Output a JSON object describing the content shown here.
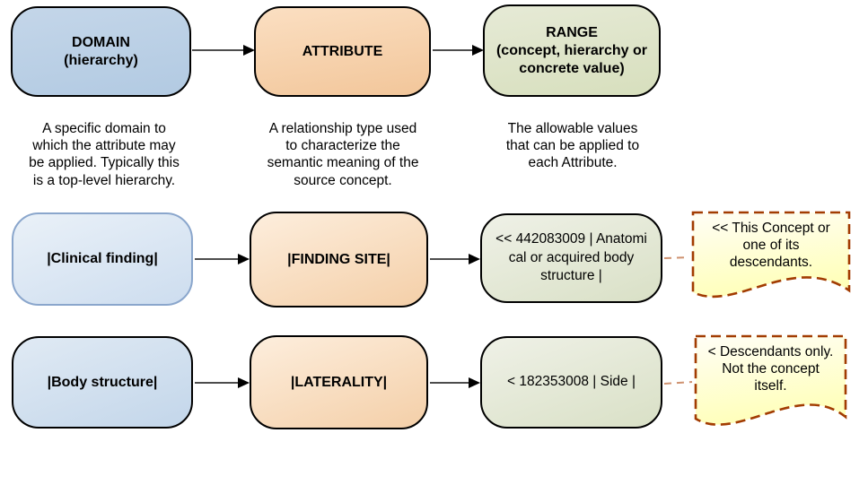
{
  "colors": {
    "box_border": "#000000",
    "example_domain_border": "#8aa6cc",
    "blue_fill": "#b9cfe6",
    "orange_fill": "#f5cda6",
    "green_fill": "#dde3c9",
    "note_fill": "#ffffc0",
    "note_border": "#a23c02",
    "dashed_connector": "#cf9270",
    "arrow": "#4d4d4d"
  },
  "schema_row": {
    "domain_label": "DOMAIN\n(hierarchy)",
    "attribute_label": "ATTRIBUTE",
    "range_label": "RANGE\n(concept, hierarchy or\nconcrete value)"
  },
  "descriptions": {
    "domain": "A specific domain to\nwhich the attribute may\nbe applied.  Typically this\nis a top-level hierarchy.",
    "attribute": "A relationship type used\nto characterize the\nsemantic meaning of the\nsource concept.",
    "range": "The allowable values\nthat can be applied to\neach Attribute."
  },
  "examples": [
    {
      "domain": "|Clinical finding|",
      "attribute": "|FINDING SITE|",
      "range": "<< 442083009 | Anatomi\ncal or acquired body\nstructure |",
      "note": "<<  This Concept or\none of its\ndescendants."
    },
    {
      "domain": "|Body structure|",
      "attribute": "|LATERALITY|",
      "range": "< 182353008 | Side |",
      "note": "< Descendants only.\nNot the concept\nitself."
    }
  ]
}
